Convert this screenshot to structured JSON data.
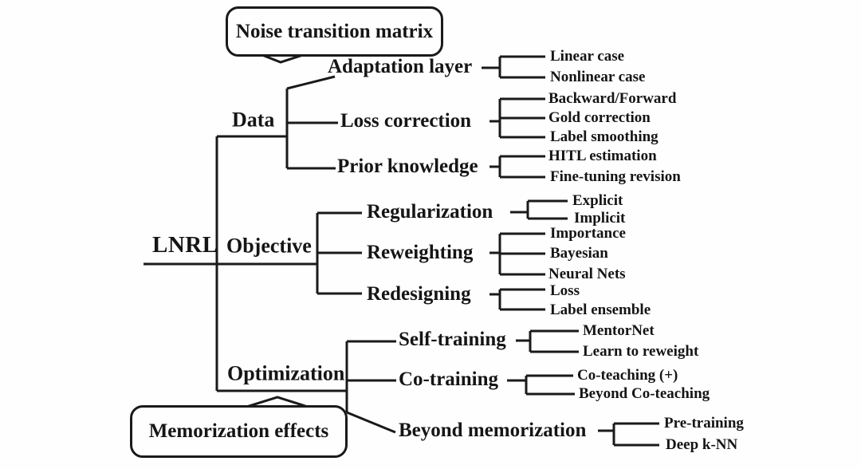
{
  "diagram": {
    "root": {
      "label": "LNRL"
    },
    "callouts": {
      "noise": {
        "label": "Noise transition matrix"
      },
      "memorization": {
        "label": "Memorization effects"
      }
    },
    "branches": [
      {
        "label": "Data",
        "children": [
          {
            "label": "Adaptation layer",
            "leaves": [
              "Linear case",
              "Nonlinear case"
            ]
          },
          {
            "label": "Loss correction",
            "leaves": [
              "Backward/Forward",
              "Gold correction",
              "Label smoothing"
            ]
          },
          {
            "label": "Prior knowledge",
            "leaves": [
              "HITL estimation",
              "Fine-tuning revision"
            ]
          }
        ]
      },
      {
        "label": "Objective",
        "children": [
          {
            "label": "Regularization",
            "leaves": [
              "Explicit",
              "Implicit"
            ]
          },
          {
            "label": "Reweighting",
            "leaves": [
              "Importance",
              "Bayesian",
              "Neural Nets"
            ]
          },
          {
            "label": "Redesigning",
            "leaves": [
              "Loss",
              "Label ensemble"
            ]
          }
        ]
      },
      {
        "label": "Optimization",
        "children": [
          {
            "label": "Self-training",
            "leaves": [
              "MentorNet",
              "Learn to reweight"
            ]
          },
          {
            "label": "Co-training",
            "leaves": [
              "Co-teaching (+)",
              "Beyond Co-teaching"
            ]
          },
          {
            "label": "Beyond memorization",
            "leaves": [
              "Pre-training",
              "Deep k-NN"
            ]
          }
        ]
      }
    ],
    "colors": {
      "line": "#1a1a1a",
      "text": "#151515",
      "background": "#ffffff"
    }
  }
}
